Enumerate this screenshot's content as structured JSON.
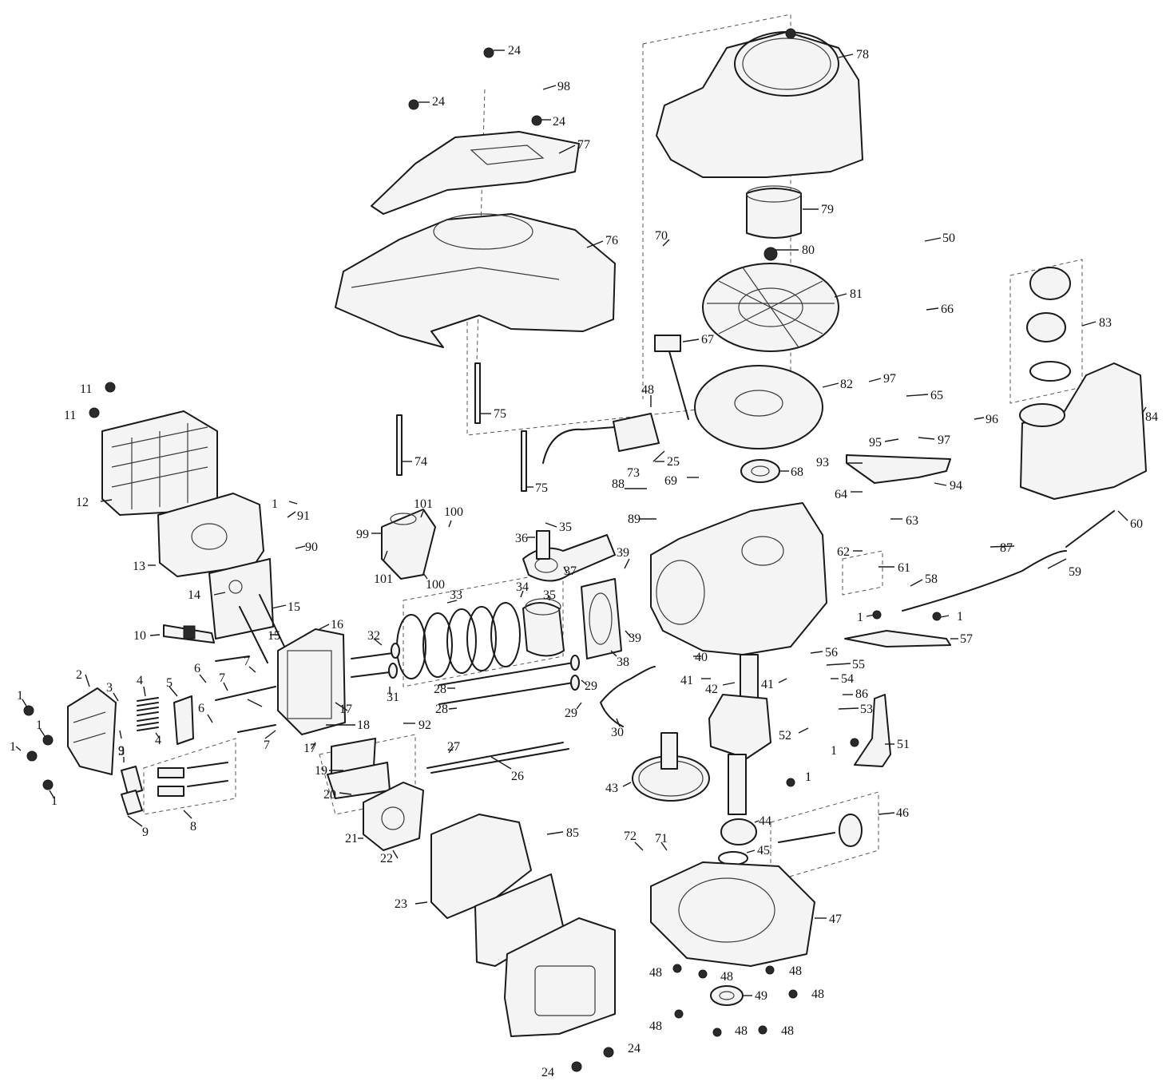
{
  "diagram": {
    "callouts": [
      {
        "id": "c24a",
        "label": "24"
      },
      {
        "id": "c98",
        "label": "98"
      },
      {
        "id": "c24b",
        "label": "24"
      },
      {
        "id": "c24c",
        "label": "24"
      },
      {
        "id": "c77",
        "label": "77"
      },
      {
        "id": "c76",
        "label": "76"
      },
      {
        "id": "c78",
        "label": "78"
      },
      {
        "id": "c79",
        "label": "79"
      },
      {
        "id": "c70",
        "label": "70"
      },
      {
        "id": "c80",
        "label": "80"
      },
      {
        "id": "c50",
        "label": "50"
      },
      {
        "id": "c81",
        "label": "81"
      },
      {
        "id": "c66",
        "label": "66"
      },
      {
        "id": "c83",
        "label": "83"
      },
      {
        "id": "c67",
        "label": "67"
      },
      {
        "id": "c97a",
        "label": "97"
      },
      {
        "id": "c82",
        "label": "82"
      },
      {
        "id": "c65",
        "label": "65"
      },
      {
        "id": "c84",
        "label": "84"
      },
      {
        "id": "c96",
        "label": "96"
      },
      {
        "id": "c95",
        "label": "95"
      },
      {
        "id": "c97b",
        "label": "97"
      },
      {
        "id": "c93",
        "label": "93"
      },
      {
        "id": "c94",
        "label": "94"
      },
      {
        "id": "c11a",
        "label": "11"
      },
      {
        "id": "c11b",
        "label": "11"
      },
      {
        "id": "c75a",
        "label": "75"
      },
      {
        "id": "c74",
        "label": "74"
      },
      {
        "id": "c48a",
        "label": "48"
      },
      {
        "id": "c73",
        "label": "73"
      },
      {
        "id": "c25",
        "label": "25"
      },
      {
        "id": "c69",
        "label": "69"
      },
      {
        "id": "c68",
        "label": "68"
      },
      {
        "id": "c75b",
        "label": "75"
      },
      {
        "id": "c88",
        "label": "88"
      },
      {
        "id": "c64",
        "label": "64"
      },
      {
        "id": "c63",
        "label": "63"
      },
      {
        "id": "c60",
        "label": "60"
      },
      {
        "id": "c12",
        "label": "12"
      },
      {
        "id": "c1a",
        "label": "1"
      },
      {
        "id": "c91",
        "label": "91"
      },
      {
        "id": "c101a",
        "label": "101"
      },
      {
        "id": "c100a",
        "label": "100"
      },
      {
        "id": "c99",
        "label": "99"
      },
      {
        "id": "c35a",
        "label": "35"
      },
      {
        "id": "c89",
        "label": "89"
      },
      {
        "id": "c36",
        "label": "36"
      },
      {
        "id": "c62",
        "label": "62"
      },
      {
        "id": "c87",
        "label": "87"
      },
      {
        "id": "c90",
        "label": "90"
      },
      {
        "id": "c13",
        "label": "13"
      },
      {
        "id": "c101b",
        "label": "101"
      },
      {
        "id": "c100b",
        "label": "100"
      },
      {
        "id": "c39a",
        "label": "39"
      },
      {
        "id": "c61",
        "label": "61"
      },
      {
        "id": "c37",
        "label": "37"
      },
      {
        "id": "c59",
        "label": "59"
      },
      {
        "id": "c58",
        "label": "58"
      },
      {
        "id": "c33",
        "label": "33"
      },
      {
        "id": "c34",
        "label": "34"
      },
      {
        "id": "c35b",
        "label": "35"
      },
      {
        "id": "c14",
        "label": "14"
      },
      {
        "id": "c15a",
        "label": "15"
      },
      {
        "id": "c1b",
        "label": "1"
      },
      {
        "id": "c1c",
        "label": "1"
      },
      {
        "id": "c57",
        "label": "57"
      },
      {
        "id": "c10",
        "label": "10"
      },
      {
        "id": "c15b",
        "label": "15"
      },
      {
        "id": "c16",
        "label": "16"
      },
      {
        "id": "c32",
        "label": "32"
      },
      {
        "id": "c39b",
        "label": "39"
      },
      {
        "id": "c38",
        "label": "38"
      },
      {
        "id": "c56",
        "label": "56"
      },
      {
        "id": "c40",
        "label": "40"
      },
      {
        "id": "c55",
        "label": "55"
      },
      {
        "id": "c6a",
        "label": "6"
      },
      {
        "id": "c7a",
        "label": "7"
      },
      {
        "id": "c41a",
        "label": "41"
      },
      {
        "id": "c29a",
        "label": "29"
      },
      {
        "id": "c42",
        "label": "42"
      },
      {
        "id": "c41b",
        "label": "41"
      },
      {
        "id": "c54",
        "label": "54"
      },
      {
        "id": "c2",
        "label": "2"
      },
      {
        "id": "c3a",
        "label": "3"
      },
      {
        "id": "c4a",
        "label": "4"
      },
      {
        "id": "c5",
        "label": "5"
      },
      {
        "id": "c31",
        "label": "31"
      },
      {
        "id": "c28a",
        "label": "28"
      },
      {
        "id": "c86",
        "label": "86"
      },
      {
        "id": "c1d",
        "label": "1"
      },
      {
        "id": "c7b",
        "label": "7"
      },
      {
        "id": "c6b",
        "label": "6"
      },
      {
        "id": "c17a",
        "label": "17"
      },
      {
        "id": "c28b",
        "label": "28"
      },
      {
        "id": "c29b",
        "label": "29"
      },
      {
        "id": "c53",
        "label": "53"
      },
      {
        "id": "c1e",
        "label": "1"
      },
      {
        "id": "c18",
        "label": "18"
      },
      {
        "id": "c92",
        "label": "92"
      },
      {
        "id": "c30",
        "label": "30"
      },
      {
        "id": "c3b",
        "label": "3"
      },
      {
        "id": "c4b",
        "label": "4"
      },
      {
        "id": "c7c",
        "label": "7"
      },
      {
        "id": "c17b",
        "label": "17"
      },
      {
        "id": "c52",
        "label": "52"
      },
      {
        "id": "c1f",
        "label": "1"
      },
      {
        "id": "c1g",
        "label": "1"
      },
      {
        "id": "c51",
        "label": "51"
      },
      {
        "id": "c9a",
        "label": "9"
      },
      {
        "id": "c27",
        "label": "27"
      },
      {
        "id": "c19",
        "label": "19"
      },
      {
        "id": "c26",
        "label": "26"
      },
      {
        "id": "c1h",
        "label": "1"
      },
      {
        "id": "c43",
        "label": "43"
      },
      {
        "id": "c1i",
        "label": "1"
      },
      {
        "id": "c20",
        "label": "20"
      },
      {
        "id": "c1j",
        "label": "1"
      },
      {
        "id": "c9b",
        "label": "9"
      },
      {
        "id": "c8",
        "label": "8"
      },
      {
        "id": "c46",
        "label": "46"
      },
      {
        "id": "c44",
        "label": "44"
      },
      {
        "id": "c85",
        "label": "85"
      },
      {
        "id": "c72",
        "label": "72"
      },
      {
        "id": "c71",
        "label": "71"
      },
      {
        "id": "c21",
        "label": "21"
      },
      {
        "id": "c45",
        "label": "45"
      },
      {
        "id": "c22",
        "label": "22"
      },
      {
        "id": "c23",
        "label": "23"
      },
      {
        "id": "c47",
        "label": "47"
      },
      {
        "id": "c48b",
        "label": "48"
      },
      {
        "id": "c48c",
        "label": "48"
      },
      {
        "id": "c48d",
        "label": "48"
      },
      {
        "id": "c49",
        "label": "49"
      },
      {
        "id": "c48e",
        "label": "48"
      },
      {
        "id": "c48f",
        "label": "48"
      },
      {
        "id": "c48g",
        "label": "48"
      },
      {
        "id": "c48h",
        "label": "48"
      },
      {
        "id": "c24d",
        "label": "24"
      },
      {
        "id": "c24e",
        "label": "24"
      }
    ]
  }
}
